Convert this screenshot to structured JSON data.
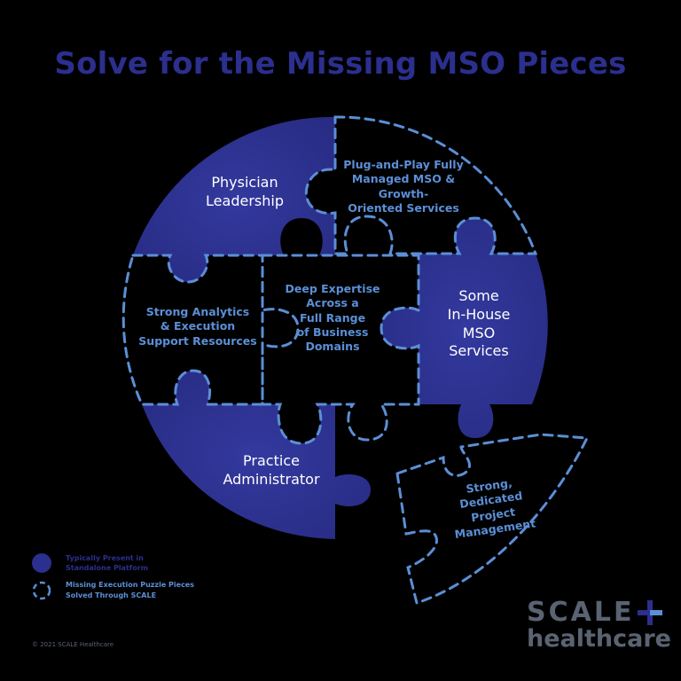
{
  "title": "Solve for the Missing MSO Pieces",
  "pieces": {
    "physician_leadership": {
      "line1": "Physician",
      "line2": "Leadership",
      "type": "present"
    },
    "plug_and_play": {
      "line1": "Plug-and-Play Fully",
      "line2": "Managed MSO & Growth-",
      "line3": "Oriented Services",
      "type": "missing"
    },
    "strong_analytics": {
      "line1": "Strong Analytics",
      "line2": "& Execution",
      "line3": "Support Resources",
      "type": "missing"
    },
    "deep_expertise": {
      "line1": "Deep Expertise",
      "line2": "Across a",
      "line3": "Full Range",
      "line4": "of Business",
      "line5": "Domains",
      "type": "missing"
    },
    "in_house_mso": {
      "line1": "Some",
      "line2": "In-House",
      "line3": "MSO",
      "line4": "Services",
      "type": "present"
    },
    "practice_administrator": {
      "line1": "Practice",
      "line2": "Administrator",
      "type": "present"
    },
    "project_management": {
      "line1": "Strong,",
      "line2": "Dedicated",
      "line3": "Project",
      "line4": "Management",
      "type": "missing"
    }
  },
  "legend": {
    "present": {
      "line1": "Typically Present in",
      "line2": "Standalone Platform"
    },
    "missing": {
      "line1": "Missing Execution Puzzle Pieces",
      "line2": "Solved Through SCALE"
    }
  },
  "copyright": "© 2021 SCALE Healthcare",
  "logo": {
    "top": "SCALE",
    "bottom": "healthcare"
  },
  "colors": {
    "background": "#000000",
    "solid_piece": "#2b2f8e",
    "dashed_outline": "#5b8fd6",
    "title": "#2b2f8e",
    "logo_gray": "#5a6372"
  }
}
